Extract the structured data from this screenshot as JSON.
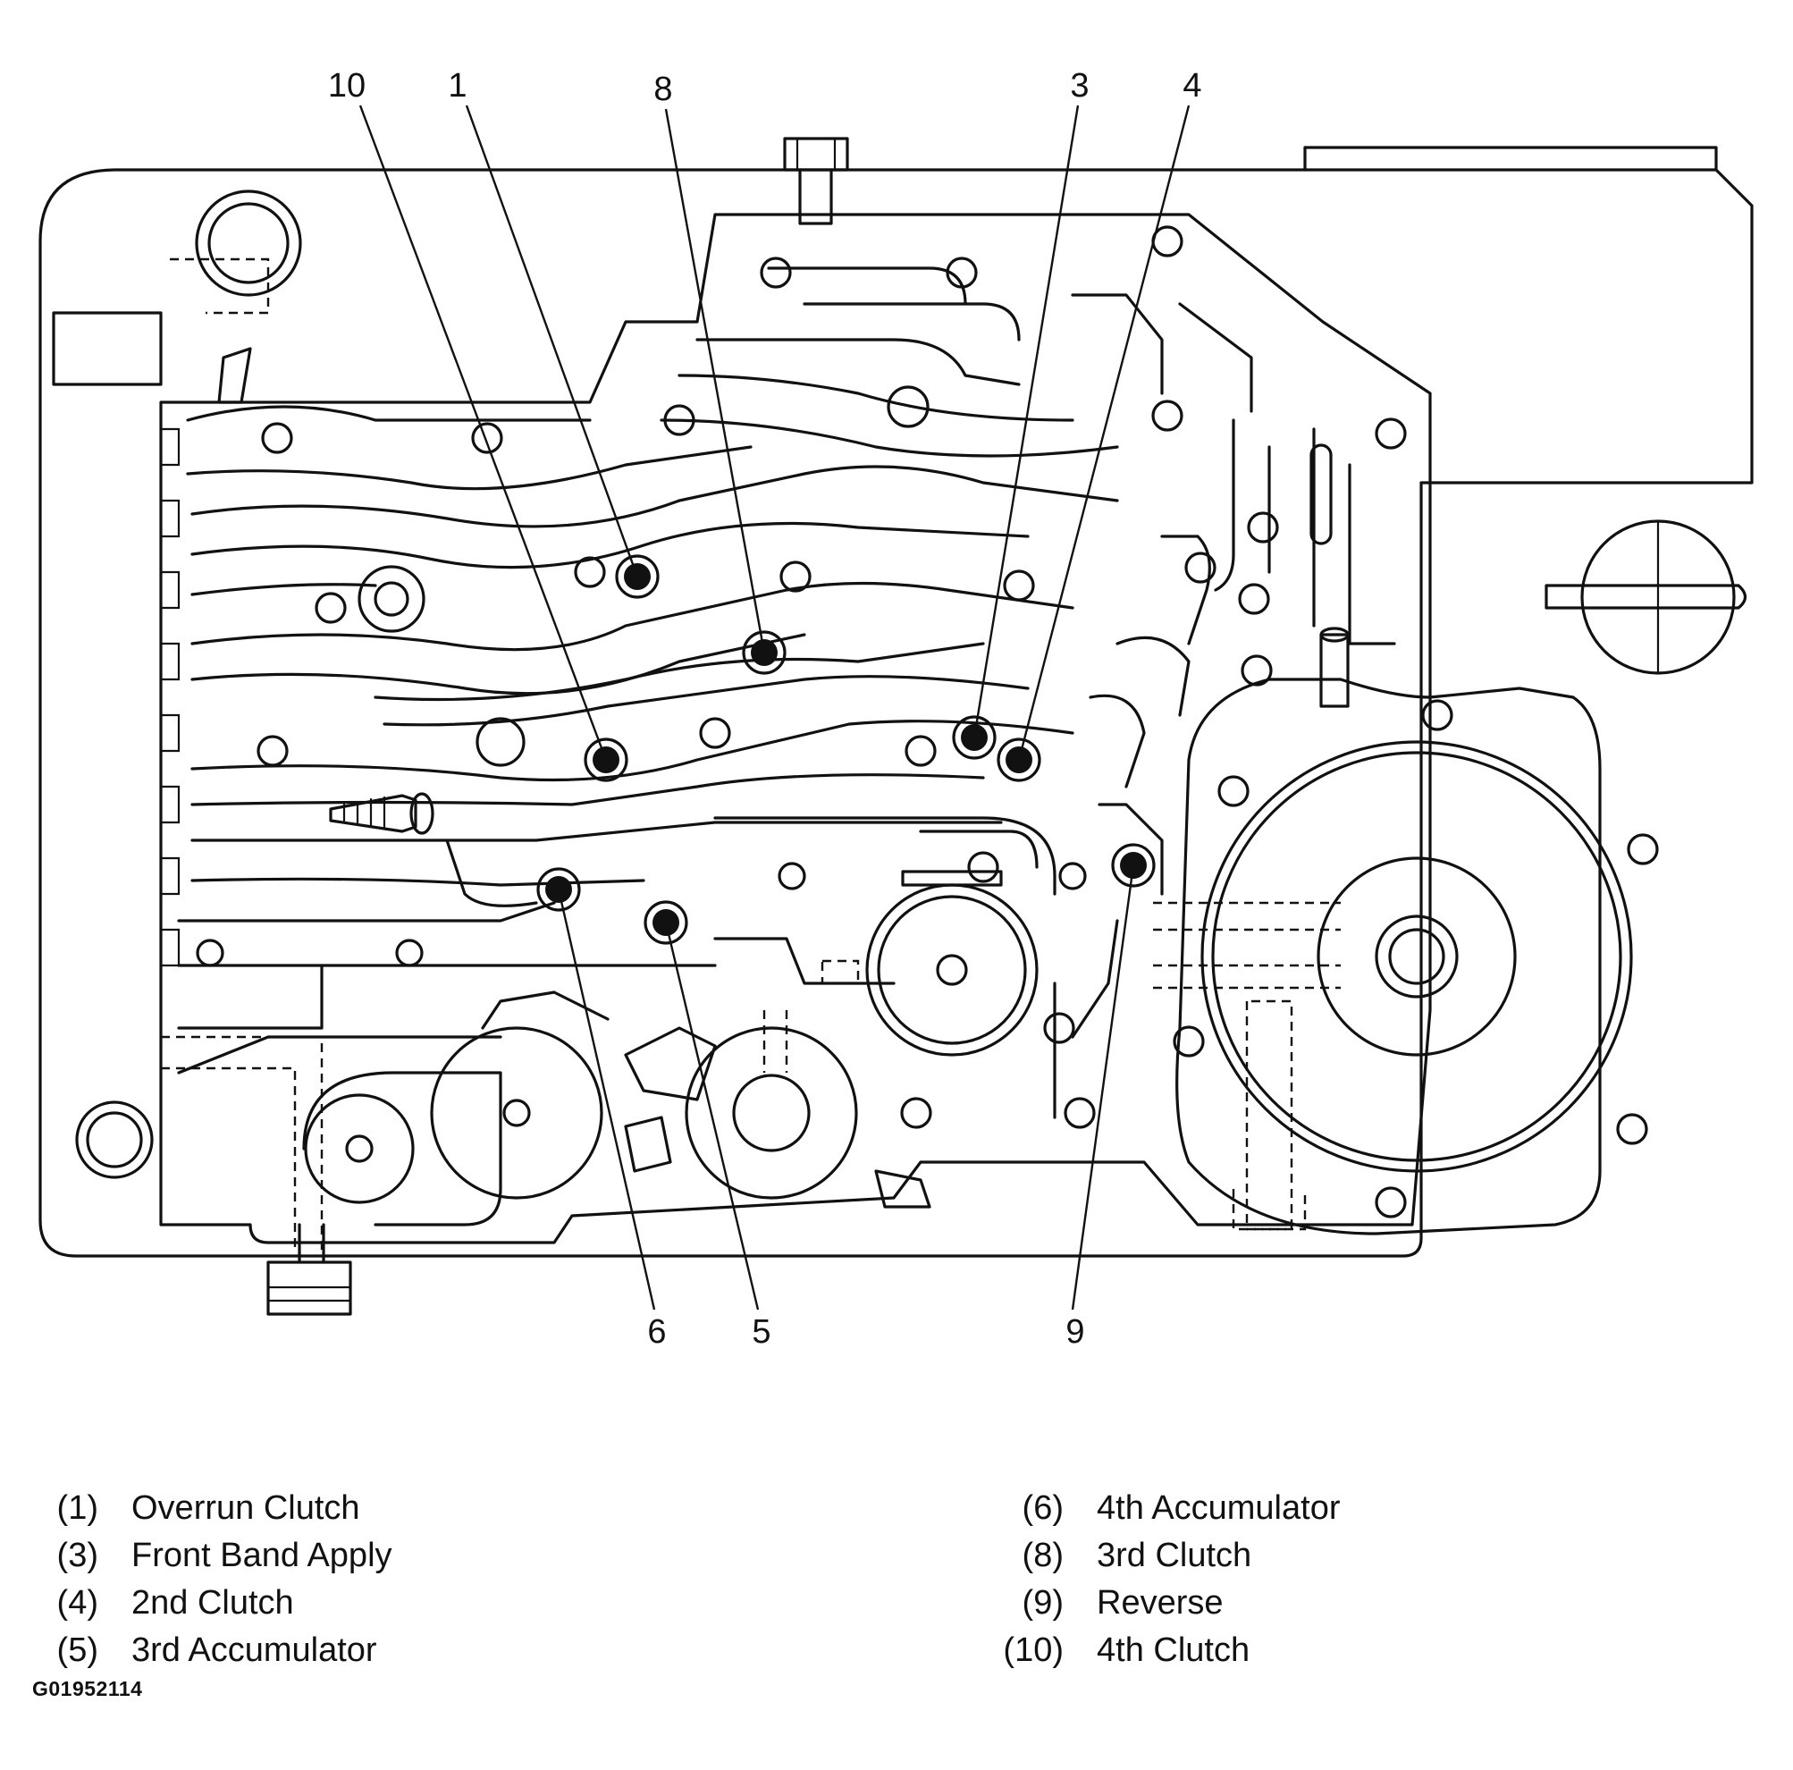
{
  "callouts": {
    "c10": "10",
    "c1": "1",
    "c8": "8",
    "c3": "3",
    "c4": "4",
    "c6": "6",
    "c5": "5",
    "c9": "9"
  },
  "legend": {
    "left": [
      {
        "num": "(1)",
        "label": "Overrun Clutch"
      },
      {
        "num": "(3)",
        "label": "Front Band Apply"
      },
      {
        "num": "(4)",
        "label": "2nd Clutch"
      },
      {
        "num": "(5)",
        "label": "3rd Accumulator"
      }
    ],
    "right": [
      {
        "num": "(6)",
        "label": "4th Accumulator"
      },
      {
        "num": "(8)",
        "label": "3rd Clutch"
      },
      {
        "num": "(9)",
        "label": "Reverse"
      },
      {
        "num": "(10)",
        "label": "4th Clutch"
      }
    ]
  },
  "figure_id": "G01952114"
}
